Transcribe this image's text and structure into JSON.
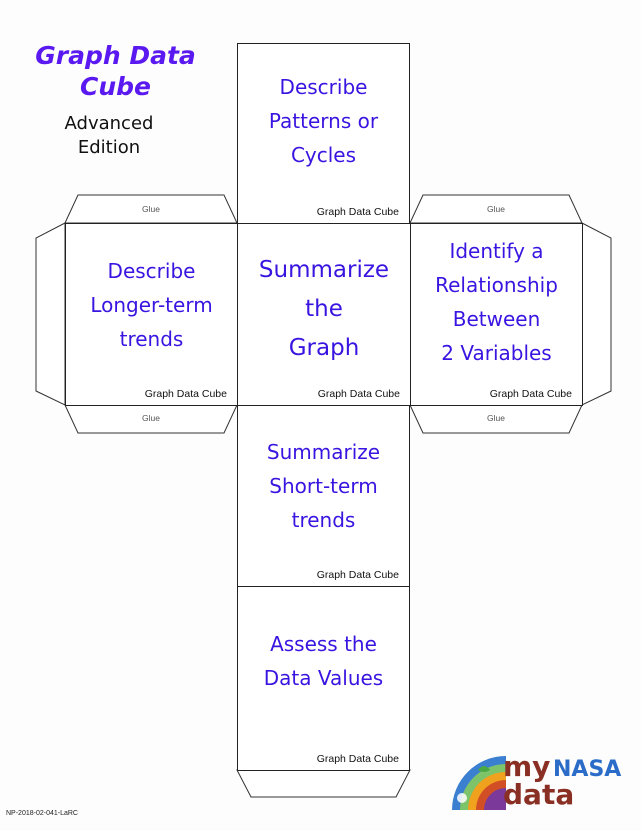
{
  "header": {
    "title_line1": "Graph Data",
    "title_line2": "Cube",
    "edition_line1": "Advanced",
    "edition_line2": "Edition"
  },
  "faces": {
    "top": {
      "lines": [
        "Describe",
        "Patterns or",
        "Cycles"
      ],
      "label": "Graph Data Cube"
    },
    "left": {
      "lines": [
        "Describe",
        "Longer-term",
        "trends"
      ],
      "label": "Graph Data Cube"
    },
    "center": {
      "lines": [
        "Summarize",
        "the",
        "Graph"
      ],
      "label": "Graph Data Cube"
    },
    "right": {
      "lines": [
        "Identify a",
        "Relationship",
        "Between",
        "2 Variables"
      ],
      "label": "Graph Data Cube"
    },
    "lower": {
      "lines": [
        "Summarize",
        "Short-term",
        "trends"
      ],
      "label": "Graph Data Cube"
    },
    "bottom": {
      "lines": [
        "Assess the",
        "Data Values"
      ],
      "label": "Graph Data Cube"
    }
  },
  "glue": {
    "left_top": "Glue",
    "right_top": "Glue",
    "left_bottom": "Glue",
    "right_bottom": "Glue"
  },
  "footer_code": "NP-2018-02-041-LaRC",
  "logo": {
    "my": "my",
    "nasa": "NASA",
    "data": "data"
  },
  "colors": {
    "face_text": "#3a14e0",
    "title": "#5a19f0",
    "logo_nasa": "#2a6cc7",
    "logo_text": "#8a2f24"
  }
}
